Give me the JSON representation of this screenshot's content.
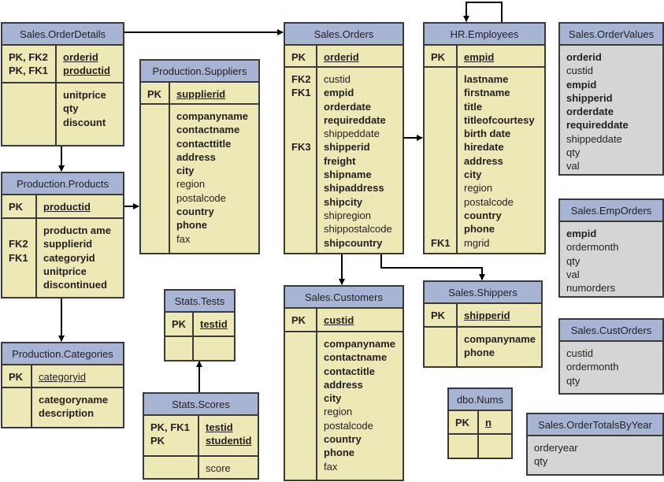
{
  "tables": [
    {
      "id": "orderdetails",
      "title": "Sales.OrderDetails",
      "pk": [
        {
          "key": "PK, FK2",
          "name": "orderid"
        },
        {
          "key": "PK, FK1",
          "name": "productid"
        }
      ],
      "body": [
        {
          "name": "unitprice",
          "bold": true
        },
        {
          "name": "qty",
          "bold": true
        },
        {
          "name": "discount",
          "bold": true
        }
      ]
    },
    {
      "id": "suppliers",
      "title": "Production.Suppliers",
      "pk": [
        {
          "key": "PK",
          "name": "supplierid"
        }
      ],
      "body": [
        {
          "name": "companyname",
          "bold": true
        },
        {
          "name": "contactname",
          "bold": true
        },
        {
          "name": "contacttitle",
          "bold": true
        },
        {
          "name": "address",
          "bold": true
        },
        {
          "name": "city",
          "bold": true
        },
        {
          "name": "region"
        },
        {
          "name": "postalcode"
        },
        {
          "name": "country",
          "bold": true
        },
        {
          "name": "phone",
          "bold": true
        },
        {
          "name": "fax"
        }
      ]
    },
    {
      "id": "orders",
      "title": "Sales.Orders",
      "pk": [
        {
          "key": "PK",
          "name": "orderid"
        }
      ],
      "body": [
        {
          "key": "FK2",
          "name": "custid"
        },
        {
          "key": "FK1",
          "name": "empid",
          "bold": true
        },
        {
          "name": "orderdate",
          "bold": true
        },
        {
          "name": "requireddate",
          "bold": true
        },
        {
          "name": "shippeddate"
        },
        {
          "key": "FK3",
          "name": "shipperid",
          "bold": true
        },
        {
          "name": "freight",
          "bold": true
        },
        {
          "name": "shipname",
          "bold": true
        },
        {
          "name": "shipaddress",
          "bold": true
        },
        {
          "name": "shipcity",
          "bold": true
        },
        {
          "name": "shipregion"
        },
        {
          "name": "shippostalcode"
        },
        {
          "name": "shipcountry",
          "bold": true
        }
      ]
    },
    {
      "id": "employees",
      "title": "HR.Employees",
      "pk": [
        {
          "key": "PK",
          "name": "empid"
        }
      ],
      "body": [
        {
          "name": "lastname",
          "bold": true
        },
        {
          "name": "firstname",
          "bold": true
        },
        {
          "name": "title",
          "bold": true
        },
        {
          "name": "titleofcourtesy",
          "bold": true
        },
        {
          "name": "birth date",
          "bold": true
        },
        {
          "name": "hiredate",
          "bold": true
        },
        {
          "name": "address",
          "bold": true
        },
        {
          "name": "city",
          "bold": true
        },
        {
          "name": "region"
        },
        {
          "name": "postalcode"
        },
        {
          "name": "country",
          "bold": true
        },
        {
          "name": "phone",
          "bold": true
        },
        {
          "key": "FK1",
          "name": "mgrid"
        }
      ]
    },
    {
      "id": "ordervalues",
      "title": "Sales.OrderValues",
      "view": true,
      "body": [
        {
          "name": "orderid",
          "bold": true
        },
        {
          "name": "custid"
        },
        {
          "name": "empid",
          "bold": true
        },
        {
          "name": "shipperid",
          "bold": true
        },
        {
          "name": "orderdate",
          "bold": true
        },
        {
          "name": "requireddate",
          "bold": true
        },
        {
          "name": "shippeddate"
        },
        {
          "name": "qty"
        },
        {
          "name": "val"
        }
      ]
    },
    {
      "id": "products",
      "title": "Production.Products",
      "pk": [
        {
          "key": "PK",
          "name": "productid"
        }
      ],
      "body": [
        {
          "name": "productn ame",
          "bold": true
        },
        {
          "key": "FK2",
          "name": "supplierid",
          "bold": true
        },
        {
          "key": "FK1",
          "name": "categoryid",
          "bold": true
        },
        {
          "name": "unitprice",
          "bold": true
        },
        {
          "name": "discontinued",
          "bold": true
        }
      ]
    },
    {
      "id": "categories",
      "title": "Production.Categories",
      "pk": [
        {
          "key": "PK",
          "name": "categoryid",
          "normal": true
        }
      ],
      "body": [
        {
          "name": "categoryname",
          "bold": true
        },
        {
          "name": "description",
          "bold": true
        }
      ]
    },
    {
      "id": "tests",
      "title": "Stats.Tests",
      "pk": [
        {
          "key": "PK",
          "name": "testid"
        }
      ],
      "body": []
    },
    {
      "id": "scores",
      "title": "Stats.Scores",
      "pk": [
        {
          "key": "PK, FK1",
          "name": "testid"
        },
        {
          "key": "PK",
          "name": "studentid"
        }
      ],
      "body": [
        {
          "name": "score"
        }
      ]
    },
    {
      "id": "customers",
      "title": "Sales.Customers",
      "pk": [
        {
          "key": "PK",
          "name": "custid"
        }
      ],
      "body": [
        {
          "name": "companyname",
          "bold": true
        },
        {
          "name": "contactname",
          "bold": true
        },
        {
          "name": "contactitle",
          "bold": true
        },
        {
          "name": "address",
          "bold": true
        },
        {
          "name": "city",
          "bold": true
        },
        {
          "name": "region"
        },
        {
          "name": "postalcode"
        },
        {
          "name": "country",
          "bold": true
        },
        {
          "name": "phone",
          "bold": true
        },
        {
          "name": "fax"
        }
      ]
    },
    {
      "id": "shippers",
      "title": "Sales.Shippers",
      "pk": [
        {
          "key": "PK",
          "name": "shipperid"
        }
      ],
      "body": [
        {
          "name": "companyname",
          "bold": true
        },
        {
          "name": "phone",
          "bold": true
        }
      ]
    },
    {
      "id": "nums",
      "title": "dbo.Nums",
      "pk": [
        {
          "key": "PK",
          "name": "n"
        }
      ],
      "body": []
    },
    {
      "id": "emporders",
      "title": "Sales.EmpOrders",
      "view": true,
      "body": [
        {
          "name": "empid",
          "bold": true
        },
        {
          "name": "ordermonth"
        },
        {
          "name": "qty"
        },
        {
          "name": "val"
        },
        {
          "name": "numorders"
        }
      ]
    },
    {
      "id": "custorders",
      "title": "Sales.CustOrders",
      "view": true,
      "body": [
        {
          "name": "custid"
        },
        {
          "name": "ordermonth"
        },
        {
          "name": "qty"
        }
      ]
    },
    {
      "id": "ordertotals",
      "title": "Sales.OrderTotalsByYear",
      "view": true,
      "body": [
        {
          "name": "orderyear"
        },
        {
          "name": "qty"
        }
      ]
    }
  ]
}
